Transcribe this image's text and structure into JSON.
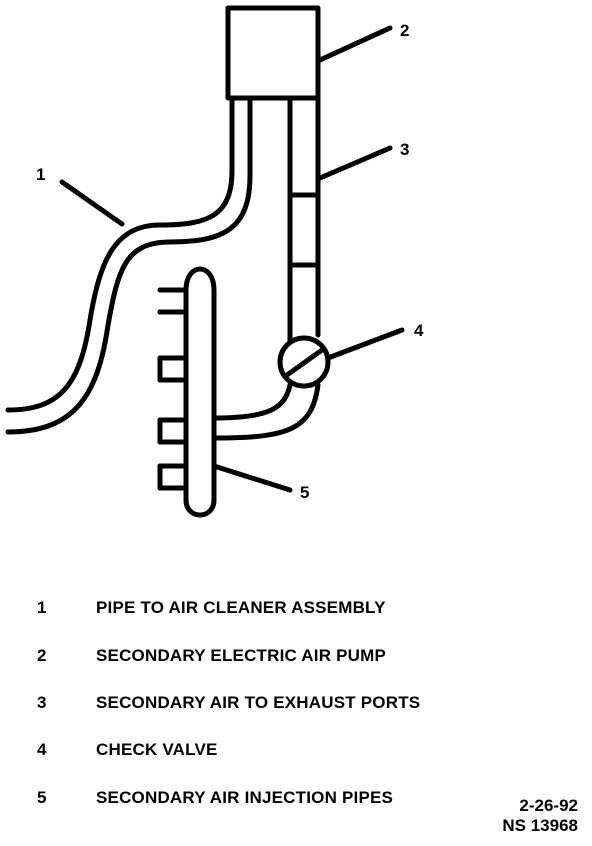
{
  "callouts": [
    "1",
    "2",
    "3",
    "4",
    "5"
  ],
  "legend": [
    {
      "num": "1",
      "text": "PIPE TO AIR CLEANER ASSEMBLY"
    },
    {
      "num": "2",
      "text": "SECONDARY ELECTRIC AIR PUMP"
    },
    {
      "num": "3",
      "text": "SECONDARY AIR TO EXHAUST PORTS"
    },
    {
      "num": "4",
      "text": "CHECK VALVE"
    },
    {
      "num": "5",
      "text": "SECONDARY AIR INJECTION PIPES"
    }
  ],
  "stamp": {
    "date": "2-26-92",
    "code": "NS 13968"
  }
}
